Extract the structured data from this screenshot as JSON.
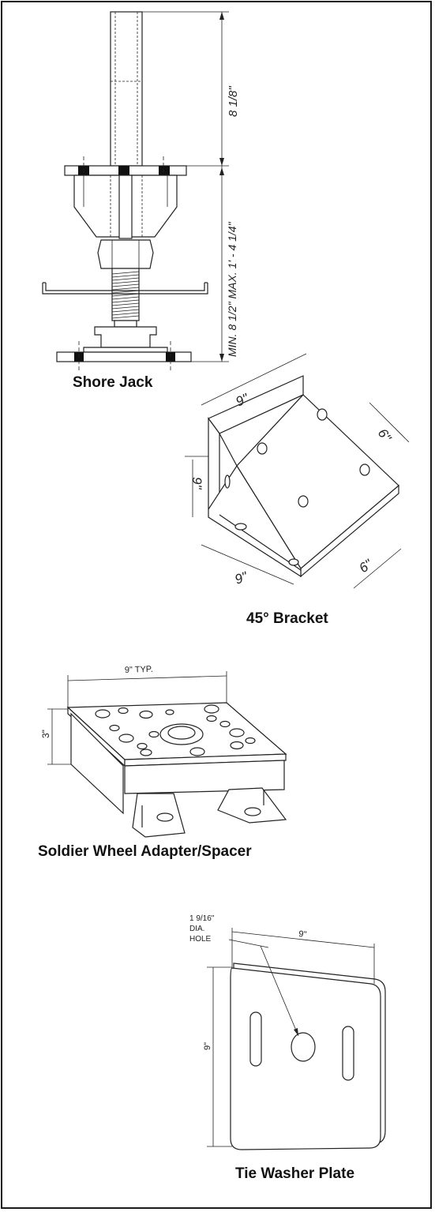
{
  "figures": [
    {
      "caption": "Shore Jack",
      "dimensions": {
        "top": "8 1/8\"",
        "range": "MIN. 8 1/2\" MAX. 1' - 4 1/4\""
      }
    },
    {
      "caption": "45° Bracket",
      "dimensions": {
        "top": "9\"",
        "left": "9\"",
        "bottom": "9\"",
        "right_upper": "6\"",
        "right_lower": "6\""
      }
    },
    {
      "caption": "Soldier Wheel Adapter/Spacer",
      "dimensions": {
        "width": "9\" TYP.",
        "height": "3\""
      }
    },
    {
      "caption": "Tie Washer Plate",
      "dimensions": {
        "hole": [
          "1 9/16\"",
          "DIA.",
          "HOLE"
        ],
        "width": "9\"",
        "height": "9\""
      }
    }
  ],
  "colors": {
    "line": "#222222",
    "border": "#1a1a1a",
    "background": "#ffffff"
  }
}
